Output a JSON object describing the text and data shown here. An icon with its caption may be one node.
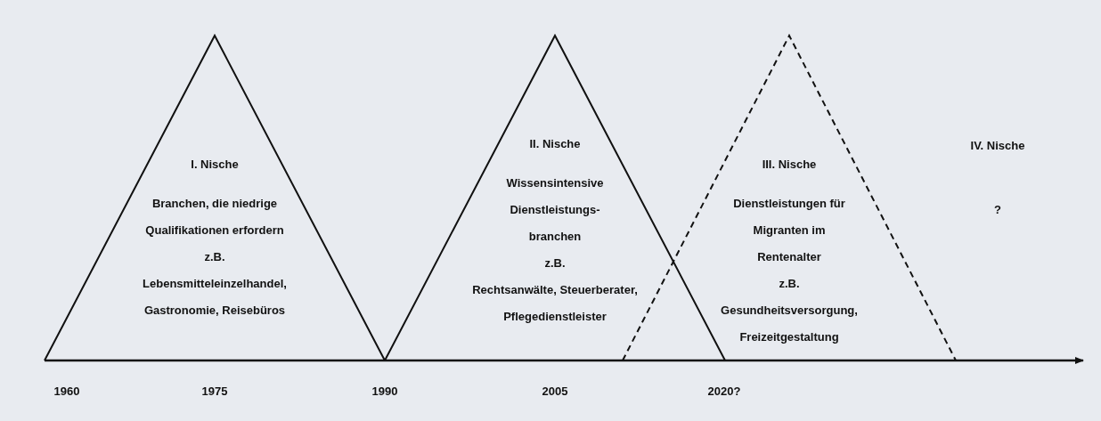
{
  "diagram": {
    "nodes": [
      {
        "text": [
          "I. Nische",
          "Branchen, die niedrige Qualifikationen erfordern",
          "z.B.",
          "Lebensmitteleinzelhandel, Gastronomie, Reisebüros"
        ]
      },
      {
        "text": [
          "II. Nische",
          "Wissensintensive Dienstleistungs- branchen",
          "z.B.",
          "Rechtsanwälte, Steuerberater, Pflegedienstleister"
        ]
      },
      {
        "text": [
          "III. Nische",
          "Dienstleistungen für Migranten im Rentenalter",
          "z.B.",
          "Gesundheitsversorgung, Freizeitgestaltung"
        ]
      }
    ],
    "edges": [],
    "labels": [
      "IV. Nische",
      "?",
      "1960",
      "1975",
      "1990",
      "2005",
      "2020?"
    ]
  }
}
